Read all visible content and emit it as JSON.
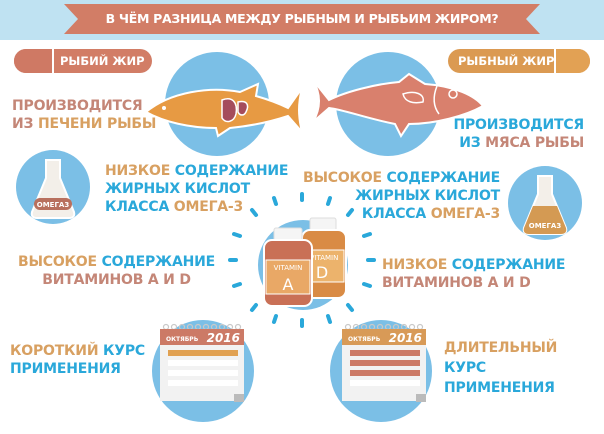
{
  "title": "В ЧЁМ РАЗНИЦА МЕЖДУ РЫБНЫМ И РЫБЬИМ ЖИРОМ?",
  "left": {
    "label": "РЫБИЙ ЖИР",
    "source": {
      "line1": "ПРОИЗВОДИТСЯ",
      "line2_prefix": "ИЗ ",
      "line2_highlight": "ПЕЧЕНИ РЫБЫ"
    },
    "omega": {
      "w1": "НИЗКОЕ",
      "w2": "СОДЕРЖАНИЕ",
      "line2": "ЖИРНЫХ КИСЛОТ",
      "line3a": "КЛАССА",
      "line3b": "ОМЕГА-3",
      "flask_label": "ОМЕГА3"
    },
    "vitamins": {
      "w1": "ВЫСОКОЕ",
      "w2": "СОДЕРЖАНИЕ",
      "line2": "ВИТАМИНОВ А И D"
    },
    "course": {
      "w1": "КОРОТКИЙ",
      "w2": "КУРС",
      "line2": "ПРИМЕНЕНИЯ"
    },
    "calendar": {
      "month": "ОКТЯБРЬ",
      "year": "2016"
    }
  },
  "right": {
    "label": "РЫБНЫЙ ЖИР",
    "source": {
      "line1": "ПРОИЗВОДИТСЯ",
      "line2_prefix": "ИЗ ",
      "line2_highlight": "МЯСА РЫБЫ"
    },
    "omega": {
      "w1": "ВЫСОКОЕ",
      "w2": "СОДЕРЖАНИЕ",
      "line2": "ЖИРНЫХ КИСЛОТ",
      "line3a": "КЛАССА",
      "line3b": "ОМЕГА-3",
      "flask_label": "ОМЕГА3"
    },
    "vitamins": {
      "w1": "НИЗКОЕ",
      "w2": "СОДЕРЖАНИЕ",
      "line2": "ВИТАМИНОВ А И D"
    },
    "course": {
      "line1": "ДЛИТЕЛЬНЫЙ",
      "line2": "КУРС",
      "line3": "ПРИМЕНЕНИЯ"
    },
    "calendar": {
      "month": "ОКТЯБРЬ",
      "year": "2016"
    }
  },
  "center": {
    "bottle_a": {
      "label": "VITAMIN",
      "letter": "A"
    },
    "bottle_d": {
      "label": "VITAMIN",
      "letter": "D"
    }
  },
  "colors": {
    "ribbon": "#d27d66",
    "band": "#bfe2f2",
    "circle": "#7bbfe6",
    "tan": "#d8a061",
    "rose": "#c48677",
    "blue": "#2aa8da"
  }
}
